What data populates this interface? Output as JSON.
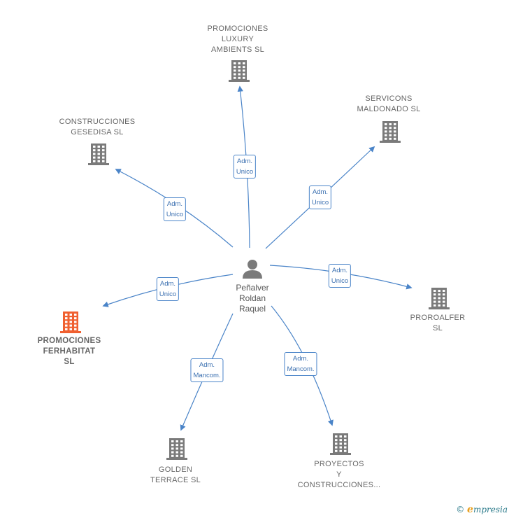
{
  "center": {
    "name": "Peñalver\nRoldan\nRaquel"
  },
  "colors": {
    "edge": "#4a84c8",
    "building": "#7a7a7a",
    "highlight": "#f06030"
  },
  "nodes": [
    {
      "id": "promociones-luxury",
      "label": "PROMOCIONES\nLUXURY\nAMBIENTS  SL",
      "role": "Adm.\nUnico",
      "highlight": false
    },
    {
      "id": "servicons-maldonado",
      "label": "SERVICONS\nMALDONADO SL",
      "role": "Adm.\nUnico",
      "highlight": false
    },
    {
      "id": "construcciones-gesedisa",
      "label": "CONSTRUCCIONES\nGESEDISA  SL",
      "role": "Adm.\nUnico",
      "highlight": false
    },
    {
      "id": "promociones-ferhabitat",
      "label": "PROMOCIONES\nFERHABITAT\nSL",
      "role": "Adm.\nUnico",
      "highlight": true
    },
    {
      "id": "proroalfer",
      "label": "PROROALFER\nSL",
      "role": "Adm.\nUnico",
      "highlight": false
    },
    {
      "id": "golden-terrace",
      "label": "GOLDEN\nTERRACE  SL",
      "role": "Adm.\nMancom.",
      "highlight": false
    },
    {
      "id": "proyectos-construcciones",
      "label": "PROYECTOS\nY\nCONSTRUCCIONES...",
      "role": "Adm.\nMancom.",
      "highlight": false
    }
  ],
  "footer": {
    "copyright": "©",
    "brand_initial": "e",
    "brand_rest": "mpresia"
  }
}
